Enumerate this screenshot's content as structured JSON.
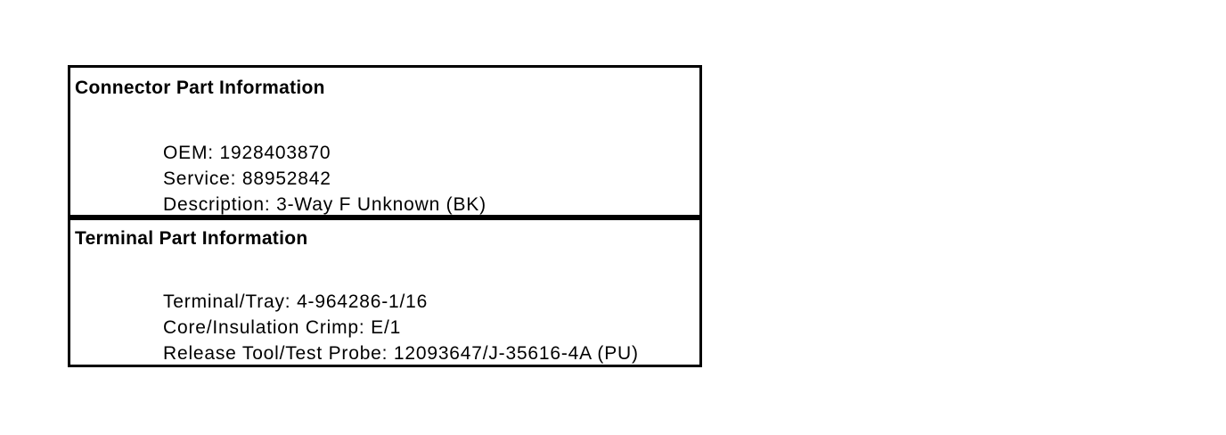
{
  "page": {
    "background_color": "#ffffff"
  },
  "colors": {
    "border": "#000000",
    "text": "#000000"
  },
  "connector_box": {
    "title": "Connector Part Information",
    "lines": [
      "OEM: 1928403870",
      "Service: 88952842",
      "Description: 3-Way F Unknown (BK)"
    ]
  },
  "terminal_box": {
    "title": "Terminal Part Information",
    "lines": [
      "Terminal/Tray: 4-964286-1/16",
      "Core/Insulation Crimp: E/1",
      "Release Tool/Test Probe: 12093647/J-35616-4A (PU)"
    ]
  }
}
